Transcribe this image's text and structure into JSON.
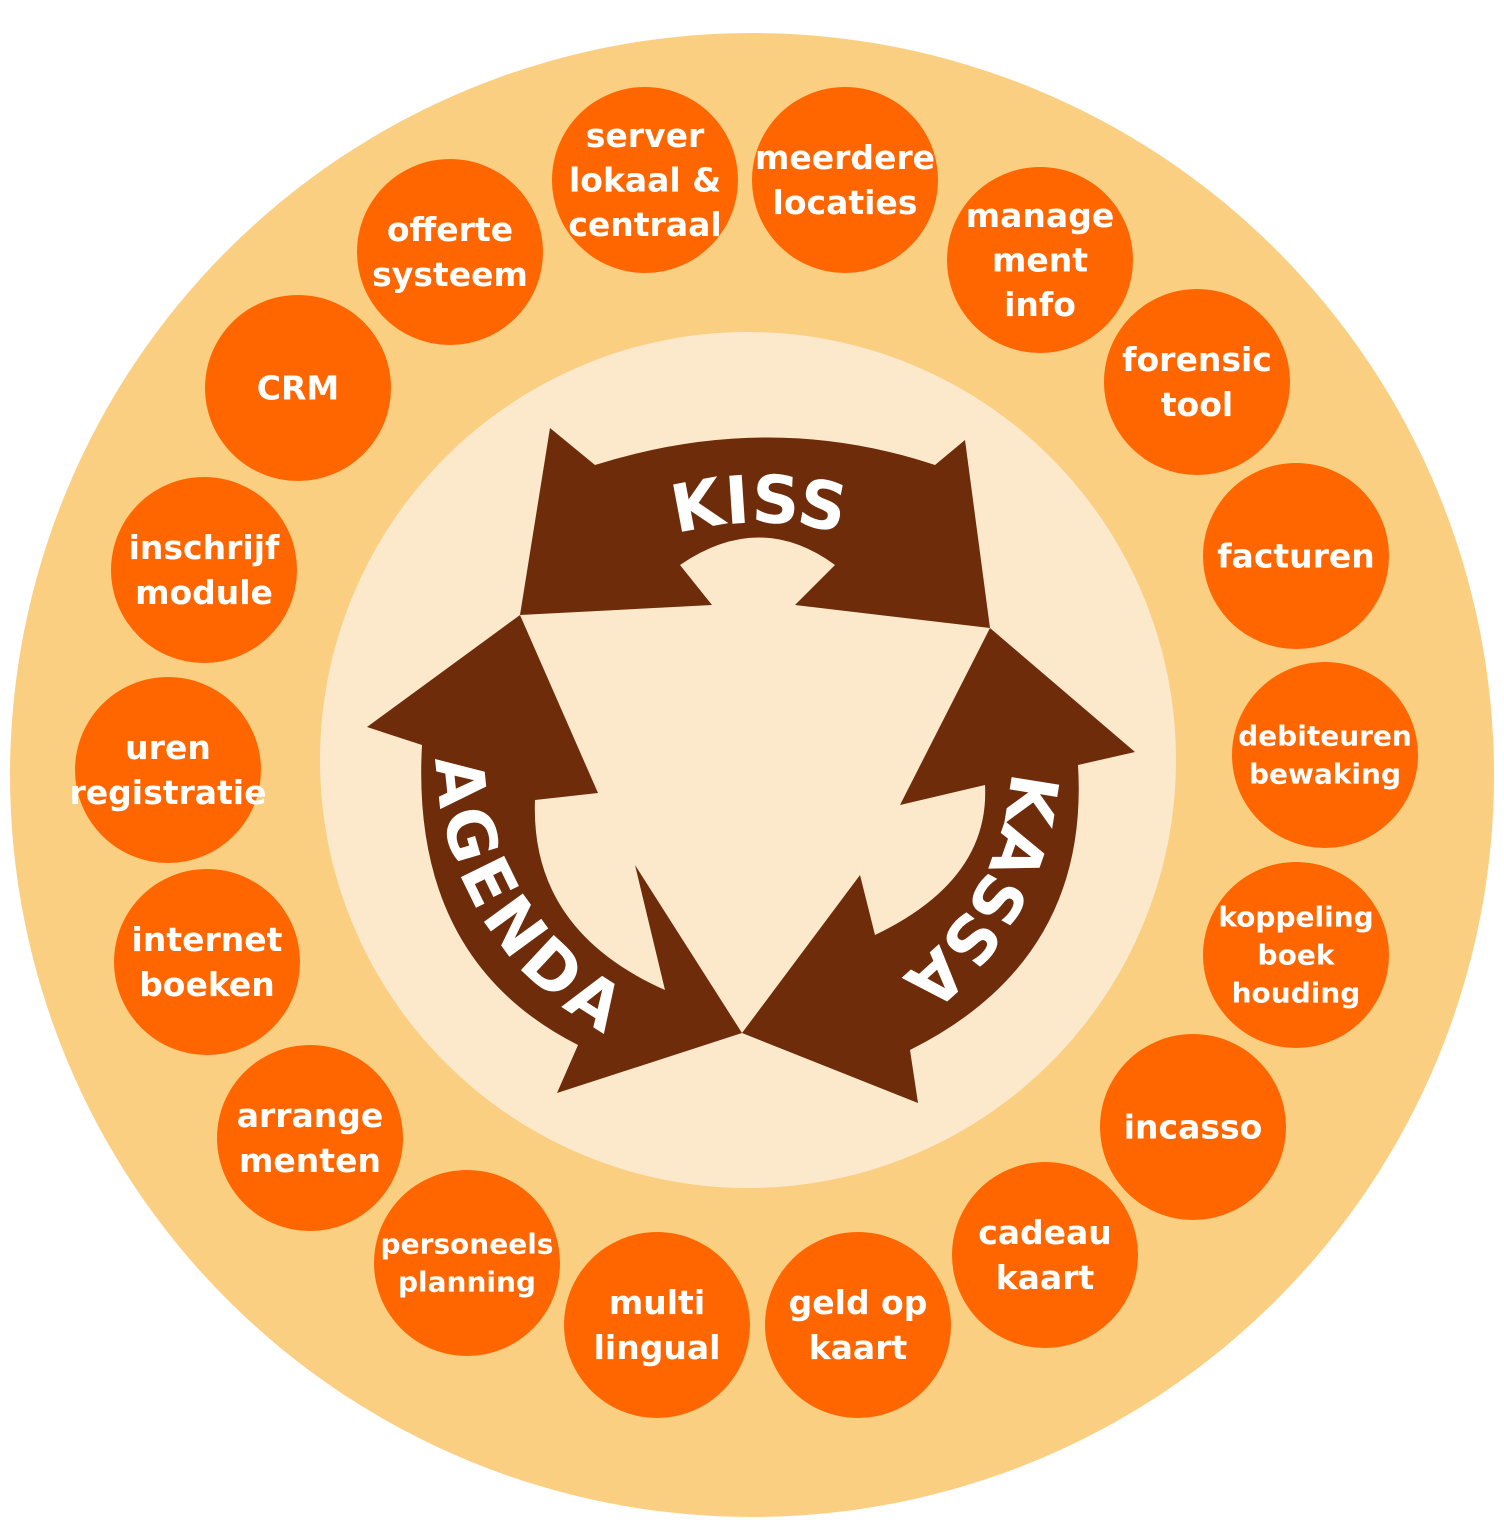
{
  "colors": {
    "outer_ring": "#FBCF82",
    "inner_disc": "#FCE9CC",
    "module": "#FF6600",
    "arrow": "#6E2C0A",
    "text": "#FFFFFF"
  },
  "cycle": [
    {
      "id": "kiss",
      "label": "KISS"
    },
    {
      "id": "kassa",
      "label": "KASSA"
    },
    {
      "id": "agenda",
      "label": "AGENDA"
    }
  ],
  "modules": [
    {
      "id": "server",
      "lines": [
        "server",
        "lokaal &",
        "centraal"
      ]
    },
    {
      "id": "meerdere-locaties",
      "lines": [
        "meerdere",
        "locaties"
      ]
    },
    {
      "id": "management-info",
      "lines": [
        "manage",
        "ment",
        "info"
      ]
    },
    {
      "id": "forensic-tool",
      "lines": [
        "forensic",
        "tool"
      ]
    },
    {
      "id": "facturen",
      "lines": [
        "facturen"
      ]
    },
    {
      "id": "debiteuren-bewaking",
      "lines": [
        "debiteuren",
        "bewaking"
      ]
    },
    {
      "id": "koppeling-boekhouding",
      "lines": [
        "koppeling",
        "boek",
        "houding"
      ]
    },
    {
      "id": "incasso",
      "lines": [
        "incasso"
      ]
    },
    {
      "id": "cadeau-kaart",
      "lines": [
        "cadeau",
        "kaart"
      ]
    },
    {
      "id": "geld-op-kaart",
      "lines": [
        "geld op",
        "kaart"
      ]
    },
    {
      "id": "multi-lingual",
      "lines": [
        "multi",
        "lingual"
      ]
    },
    {
      "id": "personeels-planning",
      "lines": [
        "personeels",
        "planning"
      ]
    },
    {
      "id": "arrangementen",
      "lines": [
        "arrange",
        "menten"
      ]
    },
    {
      "id": "internet-boeken",
      "lines": [
        "internet",
        "boeken"
      ]
    },
    {
      "id": "uren-registratie",
      "lines": [
        "uren",
        "registratie"
      ]
    },
    {
      "id": "inschrijf-module",
      "lines": [
        "inschrijf",
        "module"
      ]
    },
    {
      "id": "crm",
      "lines": [
        "CRM"
      ]
    },
    {
      "id": "offerte-systeem",
      "lines": [
        "offerte",
        "systeem"
      ]
    }
  ]
}
